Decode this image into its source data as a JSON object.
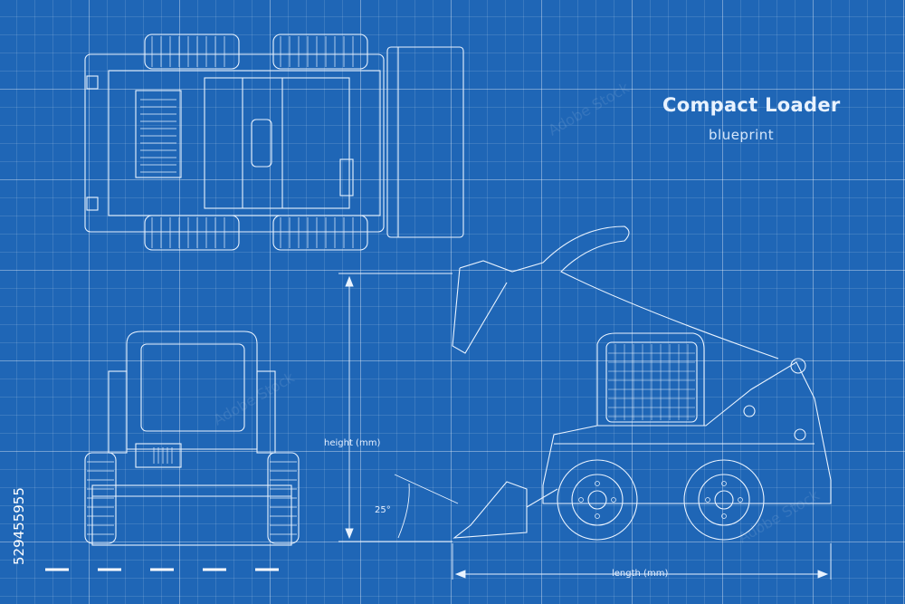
{
  "title": "Compact Loader",
  "subtitle": "blueprint",
  "labels": {
    "height": "height (mm)",
    "length": "length (mm)",
    "angle": "25°"
  },
  "stock_id": "529455955",
  "watermark": "Adobe Stock"
}
